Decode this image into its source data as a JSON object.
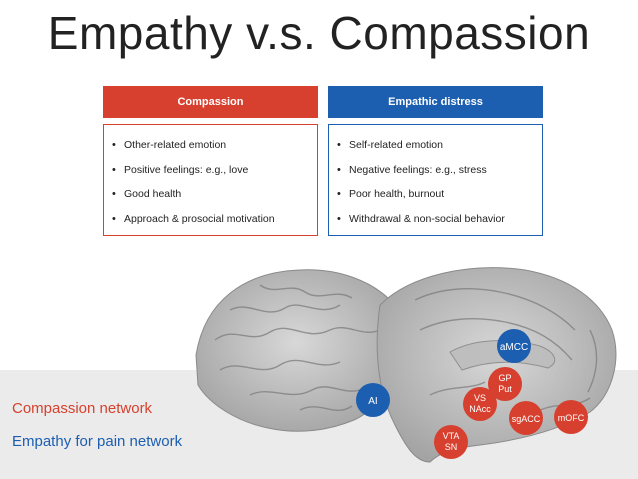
{
  "title": "Empathy v.s. Compassion",
  "compassion_panel": {
    "header": "Compassion",
    "items": [
      "Other-related emotion",
      "Positive feelings: e.g., love",
      "Good health",
      "Approach & prosocial motivation"
    ]
  },
  "distress_panel": {
    "header": "Empathic distress",
    "items": [
      "Self-related emotion",
      "Negative feelings: e.g., stress",
      "Poor health, burnout",
      "Withdrawal & non-social behavior"
    ]
  },
  "legend": {
    "compassion_network": "Compassion network",
    "empathy_network": "Empathy for pain network"
  },
  "regions": {
    "ai": "AI",
    "amcc": "aMCC",
    "gp_line1": "GP",
    "gp_line2": "Put",
    "vs_line1": "VS",
    "vs_line2": "NAcc",
    "sgacc": "sgACC",
    "mofc": "mOFC",
    "vta_line1": "VTA",
    "vta_line2": "SN"
  },
  "colors": {
    "compassion_red": "#d7402e",
    "empathy_blue": "#1c5eb0"
  }
}
